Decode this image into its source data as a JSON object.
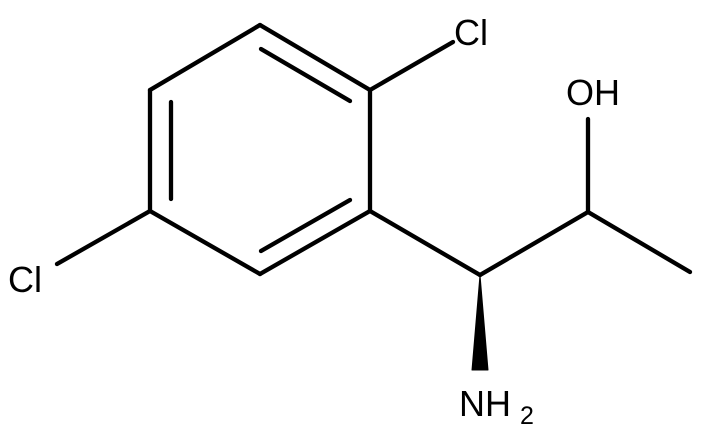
{
  "molecule": {
    "atoms": {
      "cl_top": "Cl",
      "cl_left": "Cl",
      "hydroxyl": "OH",
      "amine": "NH",
      "amine_subscript": "2"
    },
    "stereo": {
      "c1_to_nh2": "solid-wedge"
    },
    "colors": {
      "bond": "#000000",
      "background": "#ffffff"
    }
  }
}
